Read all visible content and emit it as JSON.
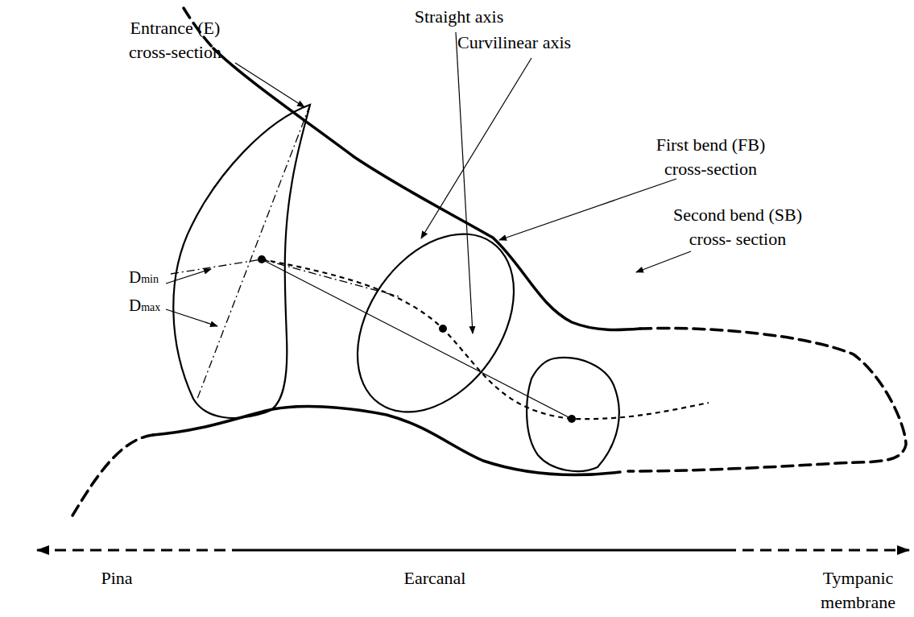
{
  "diagram": {
    "labels": [
      "Straight axis",
      "Curvilinear axis",
      "Entrance (E) cross-section",
      "First bend (FB) cross-section",
      "Dmin",
      "Second bend (SB) cross- section",
      "Dmax",
      "Pina",
      "Earcanal",
      "Tympanic membrane"
    ]
  }
}
